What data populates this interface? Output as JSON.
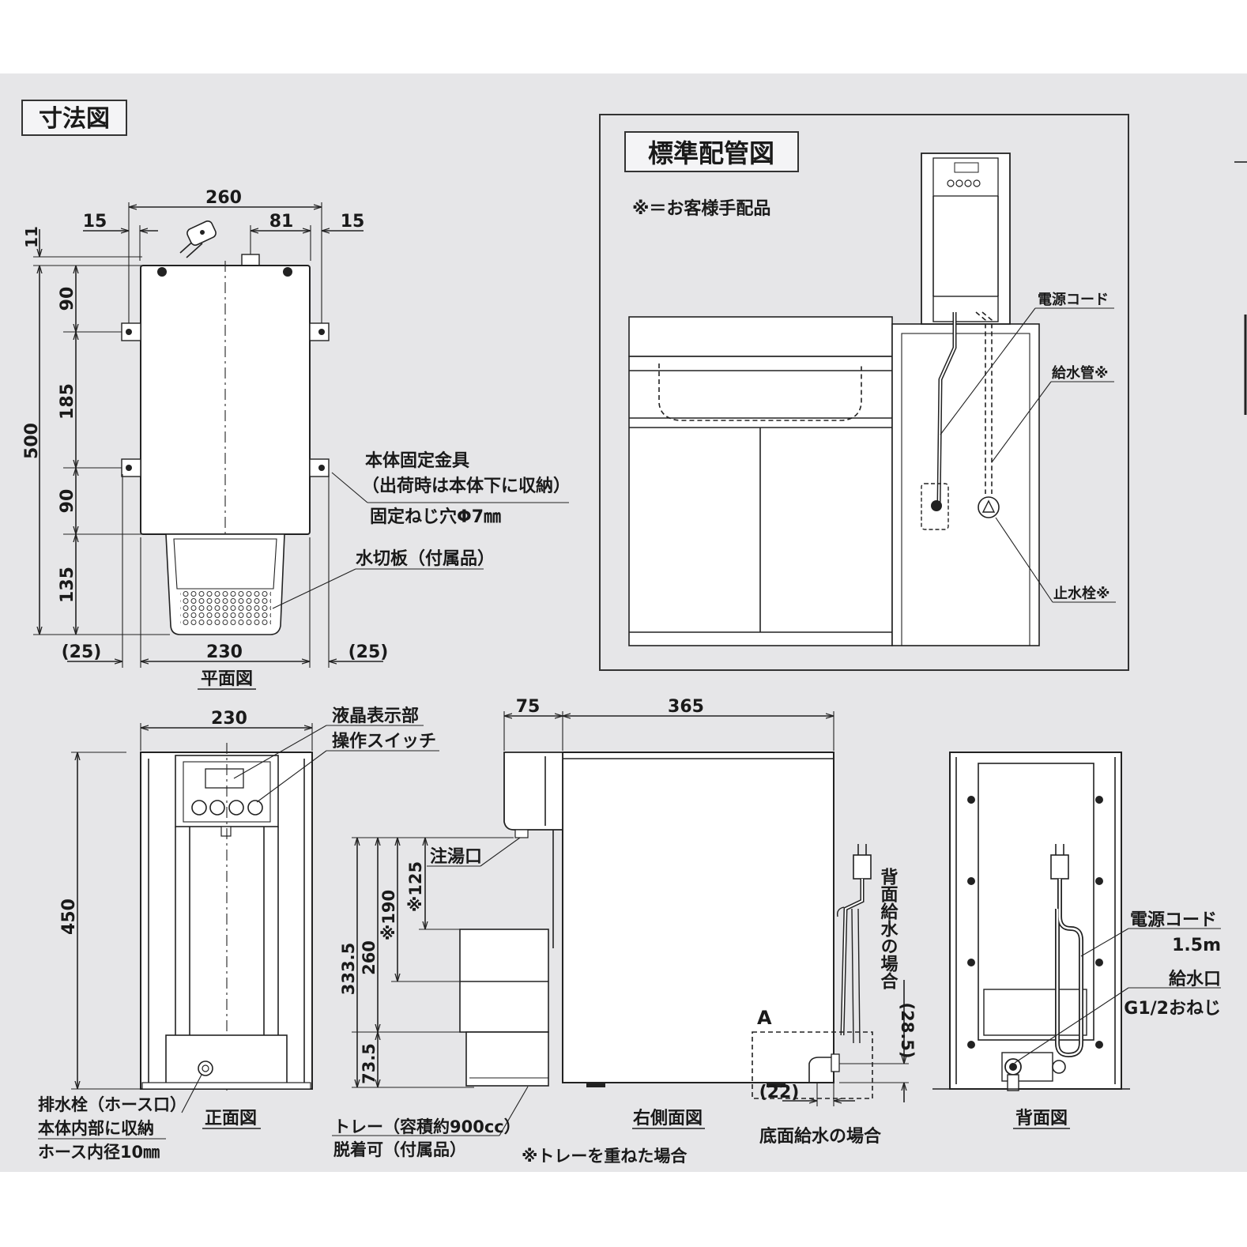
{
  "titles": {
    "dimensions": "寸法図",
    "piping": "標準配管図",
    "piping_note": "※＝お客様手配品"
  },
  "views": {
    "plan": "平面図",
    "front": "正面図",
    "right_side": "右側面図",
    "back": "背面図"
  },
  "plan_dims": {
    "width_total": "260",
    "edge_left": "15",
    "edge_right": "15",
    "outlet_offset": "81",
    "top_gap": "11",
    "height_total": "500",
    "seg1": "90",
    "seg2": "185",
    "seg3": "90",
    "seg4": "135",
    "bottom_width": "230",
    "bottom_left": "(25)",
    "bottom_right": "(25)"
  },
  "plan_labels": {
    "bracket_1": "本体固定金具",
    "bracket_2": "（出荷時は本体下に収納）",
    "screw_hole": "固定ねじ穴Φ7㎜",
    "drain_plate": "水切板（付属品）"
  },
  "piping_labels": {
    "power_cord": "電源コード",
    "water_pipe": "給水管※",
    "stop_valve": "止水栓※"
  },
  "front_dims": {
    "width": "230",
    "height": "450"
  },
  "front_labels": {
    "lcd": "液晶表示部",
    "switch": "操作スイッチ",
    "drain_1": "排水栓（ホース口）",
    "drain_2": "本体内部に収納",
    "drain_3": "ホース内径10㎜"
  },
  "side_dims": {
    "front_depth": "75",
    "body_depth": "365",
    "h_125": "※125",
    "h_190": "※190",
    "h_260": "260",
    "h_333": "333.5",
    "h_73": "73.5",
    "h_28": "(28.5)",
    "d_22": "(22)"
  },
  "side_labels": {
    "spout": "注湯口",
    "back_supply": "背面給水の場合",
    "detail_a": "A",
    "bottom_supply": "底面給水の場合",
    "tray_1": "トレー（容積約900cc）",
    "tray_2": "脱着可（付属品）",
    "tray_note": "※トレーを重ねた場合"
  },
  "back_labels": {
    "power_cord": "電源コード",
    "cord_len": "1.5m",
    "inlet": "給水口",
    "inlet_thread": "G1/2おねじ"
  }
}
